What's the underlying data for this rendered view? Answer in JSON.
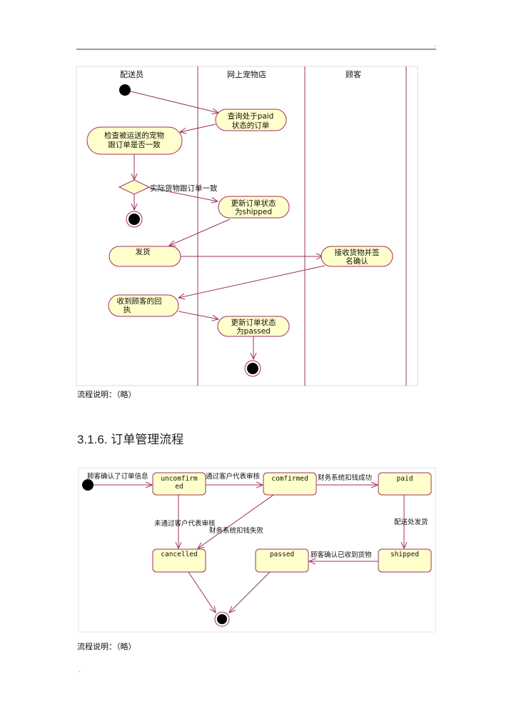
{
  "page": {
    "corner_mark": ".",
    "footer_mark": "."
  },
  "activity_diagram": {
    "lanes": [
      "配送员",
      "网上宠物店",
      "顾客"
    ],
    "activities": {
      "query_paid": [
        "查询处于paid",
        "状态的订单"
      ],
      "check_pet": [
        "检查被运送的宠物",
        "跟订单是否一致"
      ],
      "update_shipped": [
        "更新订单状态",
        "为shipped"
      ],
      "ship": [
        "发货"
      ],
      "receive_sign": [
        "接收货物并签",
        "名确认"
      ],
      "receive_receipt": [
        "收到顾客的回",
        "执"
      ],
      "update_passed": [
        "更新订单状态",
        "为passed"
      ]
    },
    "guard_consistent": "实际货物跟订单一致",
    "colors": {
      "node_fill": "#ffffcc",
      "node_stroke": "#a0305a",
      "line": "#a0305a",
      "lane": "#a0305a"
    }
  },
  "caption1": "流程说明：（略）",
  "section_heading": "3.1.6. 订单管理流程",
  "state_diagram": {
    "states": {
      "unconfirmed": [
        "uncomfirm",
        "ed"
      ],
      "confirmed": [
        "comfirmed"
      ],
      "paid": [
        "paid"
      ],
      "cancelled": [
        "cancelled"
      ],
      "passed": [
        "passed"
      ],
      "shipped": [
        "shipped"
      ]
    },
    "transitions": {
      "start_to_unconfirmed": "顾客确认了订单信息",
      "unconfirmed_to_confirmed": "通过客户代表审核",
      "confirmed_to_paid": "财务系统扣钱成功",
      "unconfirmed_to_cancelled": "未通过客户代表审核",
      "confirmed_to_cancelled": "财务系统扣钱失败",
      "paid_to_shipped": "配送处发货",
      "shipped_to_passed": "顾客确认已收到货物"
    }
  },
  "caption2": "流程说明：（略）"
}
